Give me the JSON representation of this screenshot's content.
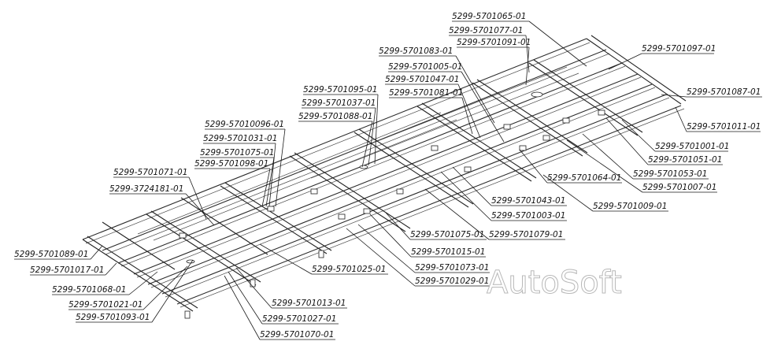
{
  "watermark": "AutoSoft",
  "colors": {
    "line": "#1a1a1a",
    "watermark": "#b8b8b8",
    "background": "#ffffff"
  },
  "labels": [
    "5299-5701065-01",
    "5299-5701077-01",
    "5299-5701091-01",
    "5299-5701097-01",
    "5299-5701083-01",
    "5299-5701005-01",
    "5299-5701047-01",
    "5299-5701081-01",
    "5299-5701087-01",
    "5299-5701095-01",
    "5299-5701037-01",
    "5299-5701088-01",
    "5299-5701011-01",
    "5299-57010096-01",
    "5299-5701031-01",
    "5299-5701001-01",
    "5299-5701075-01",
    "5299-5701098-01",
    "5299-5701051-01",
    "5299-5701053-01",
    "5299-5701064-01",
    "5299-5701007-01",
    "5299-5701071-01",
    "5299-3724181-01",
    "5299-5701043-01",
    "5299-5701009-01",
    "5299-5701003-01",
    "5299-5701075-01",
    "5299-5701079-01",
    "5299-5701089-01",
    "5299-5701015-01",
    "5299-5701017-01",
    "5299-5701025-01",
    "5299-5701073-01",
    "5299-5701029-01",
    "5299-5701068-01",
    "5299-5701021-01",
    "5299-5701013-01",
    "5299-5701093-01",
    "5299-5701027-01",
    "5299-5701070-01"
  ]
}
